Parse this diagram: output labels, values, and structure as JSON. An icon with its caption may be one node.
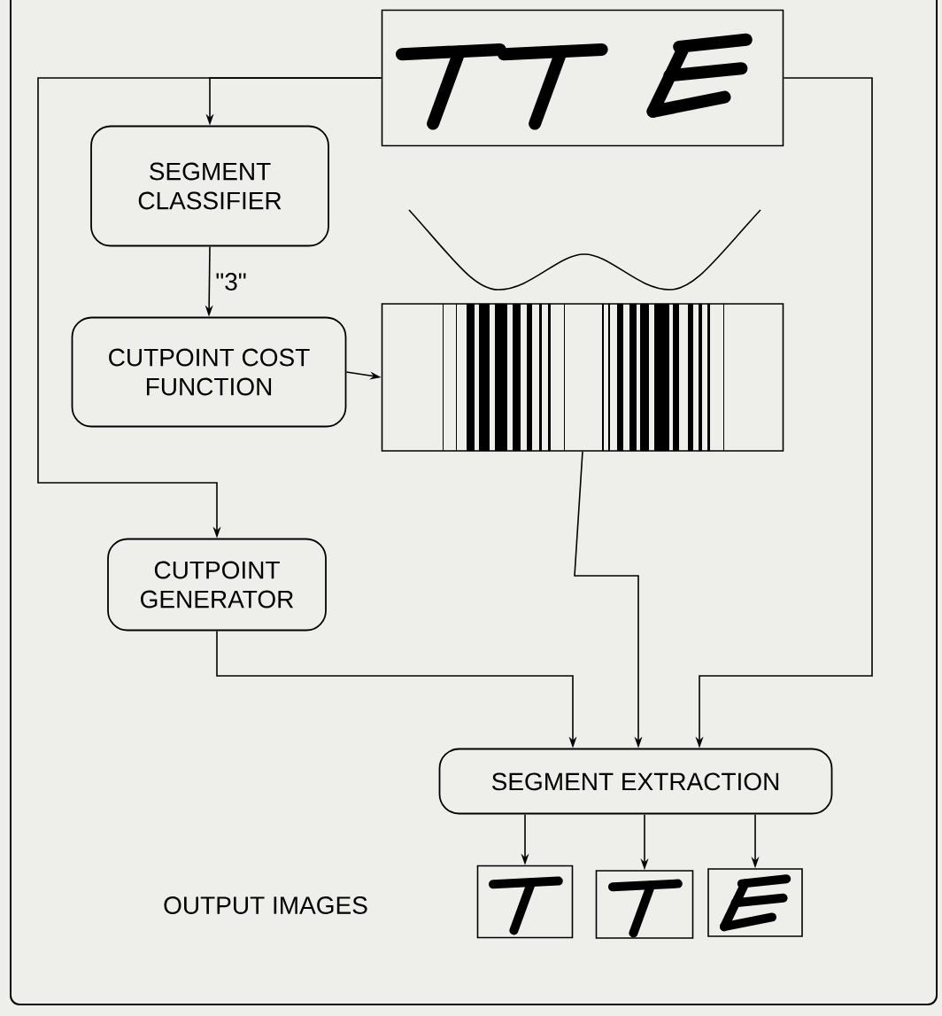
{
  "diagram": {
    "nodes": [
      {
        "text": [],
        "shape": "picture"
      },
      {
        "text": [
          "SEGMENT CLASSIFIER"
        ]
      },
      {
        "text": [
          "CUTPOINT COST FUNCTION"
        ]
      },
      {
        "text": [],
        "shape": "picture"
      },
      {
        "text": [
          "CUTPOINT GENERATOR"
        ]
      },
      {
        "text": [
          "SEGMENT EXTRACTION"
        ]
      },
      {
        "text": [],
        "shape": "picture"
      },
      {
        "text": [],
        "shape": "picture"
      },
      {
        "text": [],
        "shape": "picture"
      }
    ],
    "edges": [
      {
        "from": 0,
        "to": 1,
        "arrow": "to"
      },
      {
        "from": 0,
        "to": 4,
        "arrow": "to"
      },
      {
        "from": 1,
        "to": 2,
        "arrow": "to",
        "label": "\"3\""
      },
      {
        "from": 2,
        "to": 3,
        "arrow": "to"
      },
      {
        "from": 3,
        "to": 5,
        "arrow": "to"
      },
      {
        "from": 4,
        "to": 5,
        "arrow": "to"
      },
      {
        "from": 0,
        "to": 5,
        "arrow": "to"
      },
      {
        "from": 5,
        "to": 6,
        "arrow": "to"
      },
      {
        "from": 5,
        "to": 7,
        "arrow": "to"
      },
      {
        "from": 5,
        "to": 8,
        "arrow": "to"
      }
    ],
    "labels": [
      "OUTPUT IMAGES"
    ]
  }
}
